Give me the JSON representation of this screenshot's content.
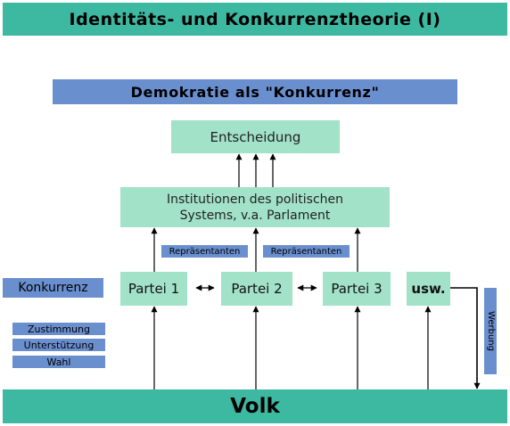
{
  "title": "Identitäts- und Konkurrenztheorie (I)",
  "subtitle": "Demokratie als \"Konkurrenz\"",
  "nodes": {
    "entscheidung": "Entscheidung",
    "institutionen_line1": "Institutionen des politischen",
    "institutionen_line2": "Systems, v.a. Parlament",
    "partei1": "Partei 1",
    "partei2": "Partei 2",
    "partei3": "Partei 3",
    "usw": "usw.",
    "volk": "Volk"
  },
  "labels": {
    "repraesentanten_1": "Repräsentanten",
    "repraesentanten_2": "Repräsentanten",
    "konkurrenz": "Konkurrenz",
    "zustimmung": "Zustimmung",
    "unterstuetzung": "Unterstützung",
    "wahl": "Wahl",
    "werbung": "Werbung"
  },
  "colors": {
    "teal": "#3db8a1",
    "mint": "#a2e2c8",
    "blue": "#6a8fcf"
  }
}
